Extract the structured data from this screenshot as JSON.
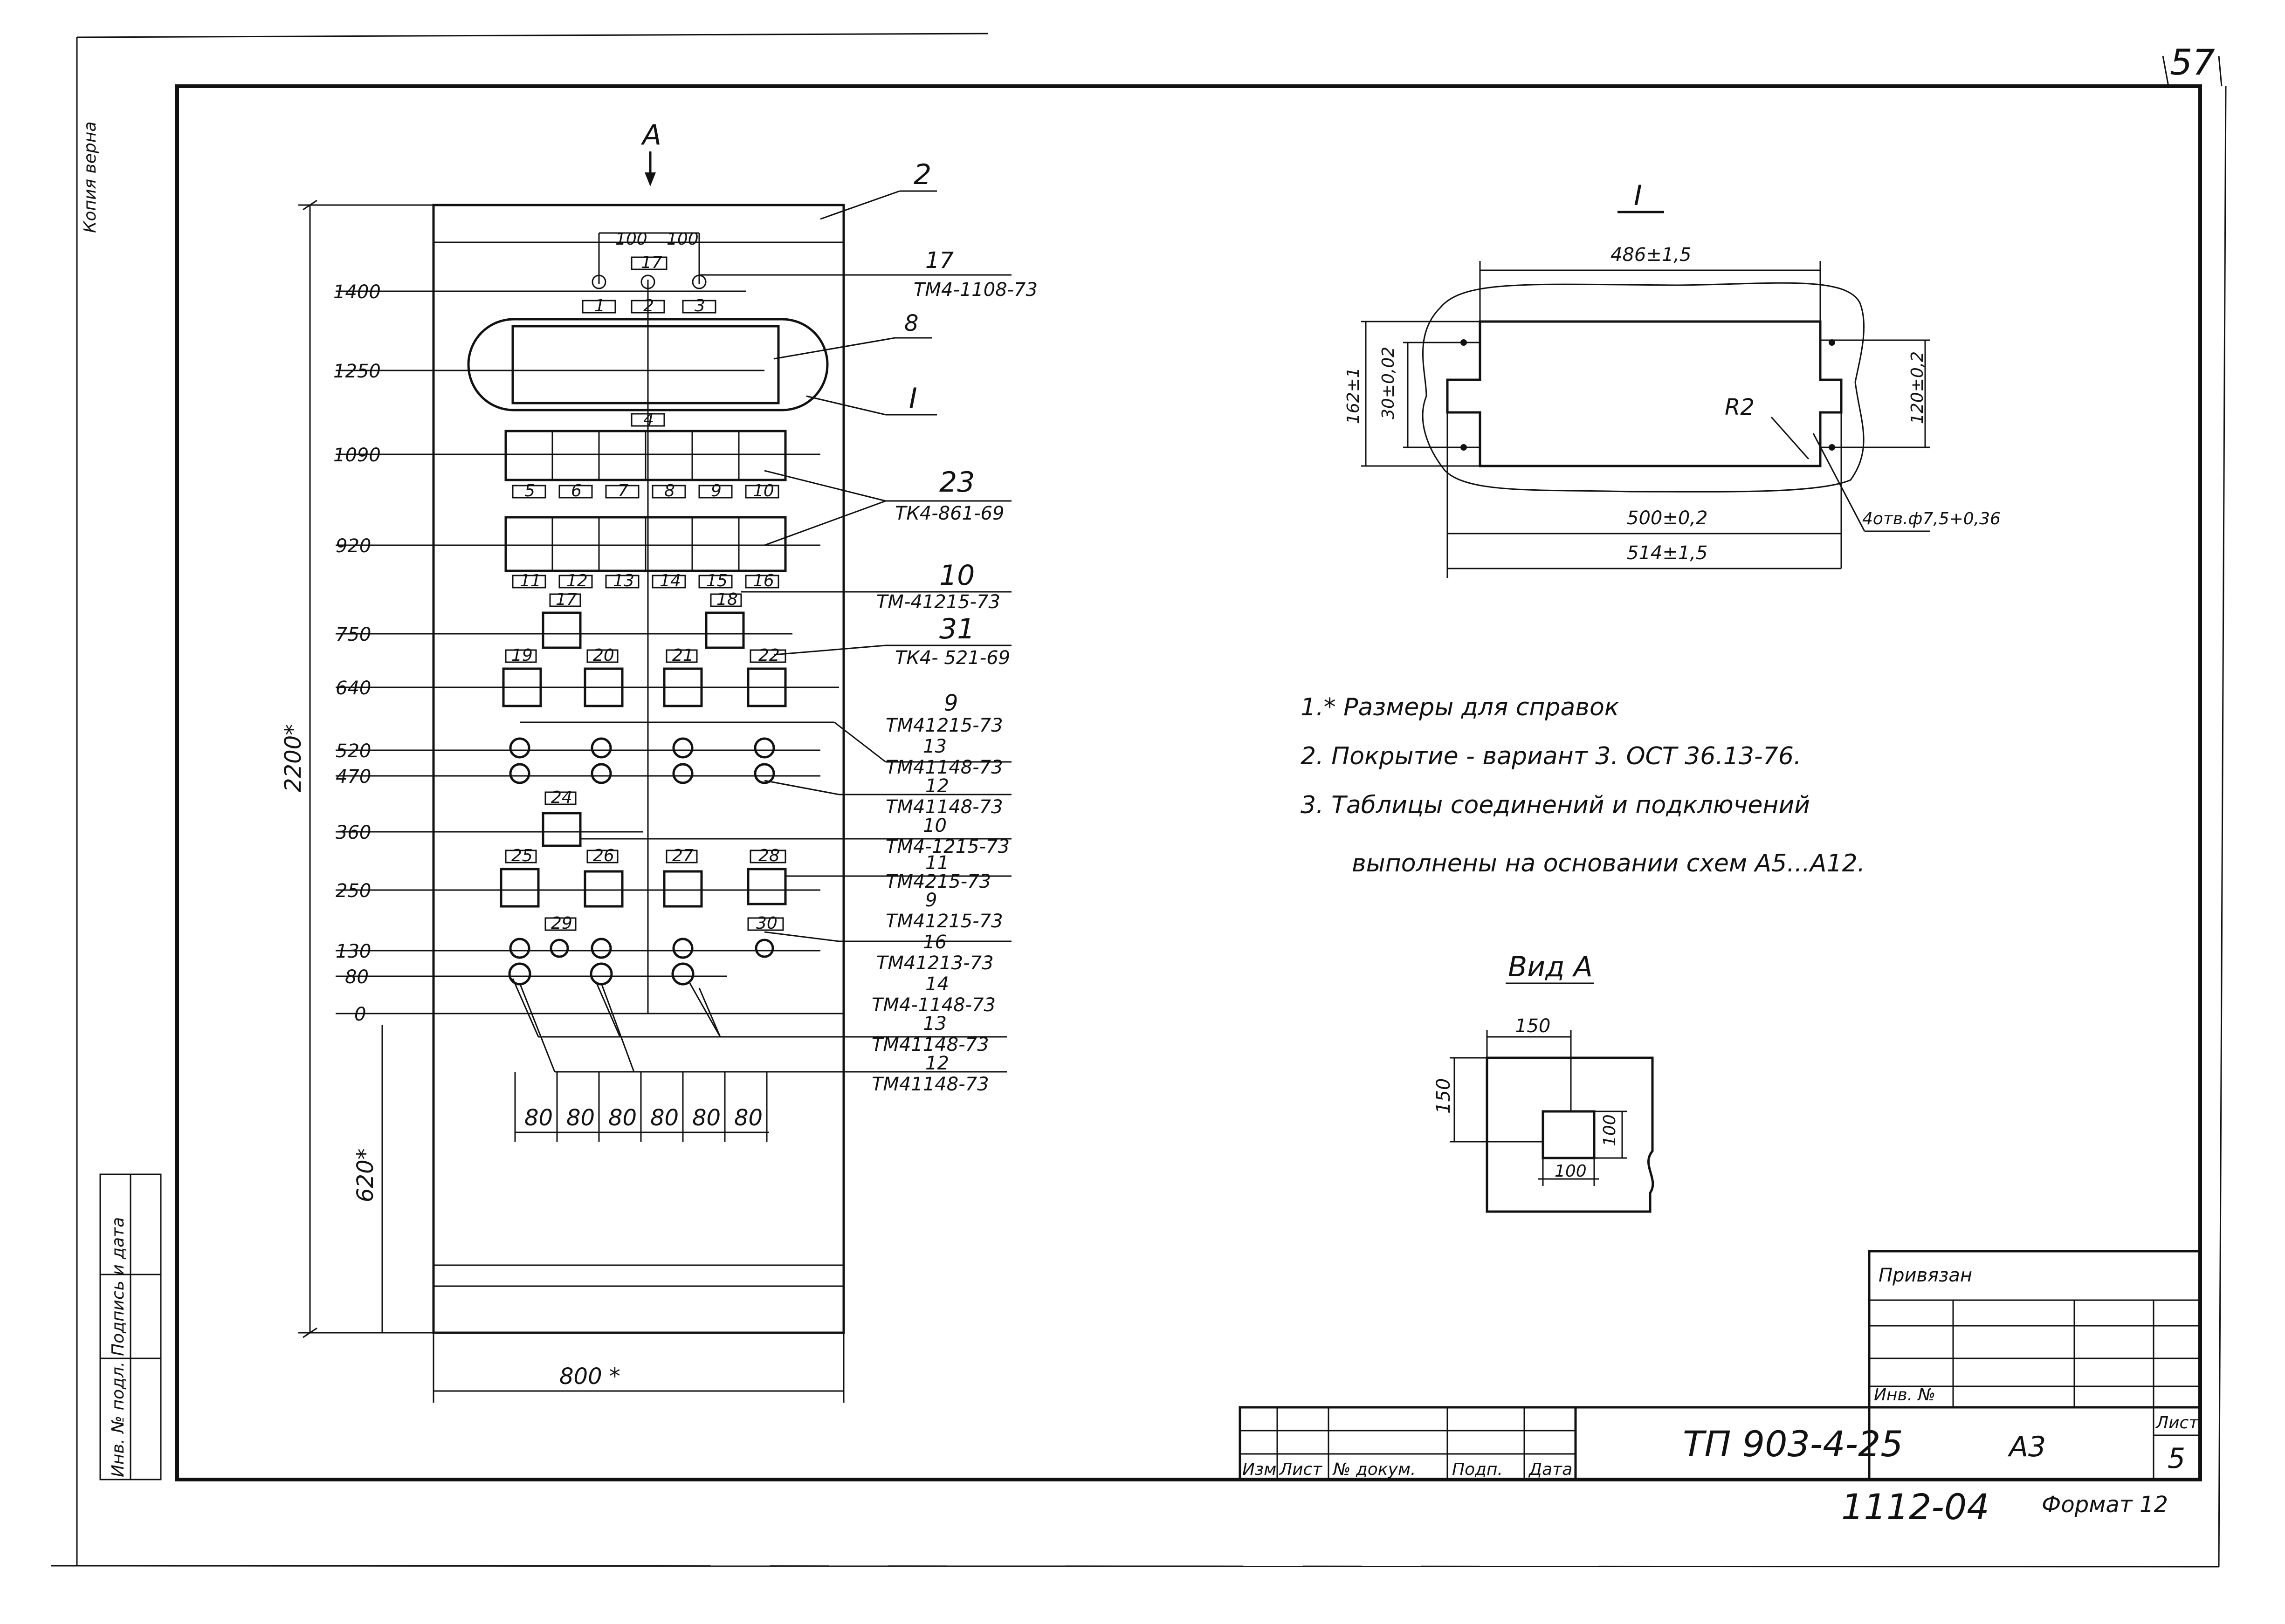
{
  "sheet": {
    "sheet_number_top": "57",
    "side_label_top": "Копия верна",
    "side_stamp_labels": [
      "Инв. № подл.",
      "Подпись и дата"
    ]
  },
  "panel": {
    "view_arrow_label": "А",
    "callout_I": "I",
    "overall_height": "2200*",
    "overall_width": "800 *",
    "bottom_height": "620*",
    "top_spacing": [
      "100",
      "100"
    ],
    "bottom_spacing": [
      "80",
      "80",
      "80",
      "80",
      "80",
      "80"
    ],
    "elevations": [
      "1400",
      "1250",
      "1090",
      "920",
      "750",
      "640",
      "520",
      "470",
      "360",
      "250",
      "130",
      "80",
      "0"
    ],
    "top_lamp_tags": [
      "17",
      "1",
      "2",
      "3"
    ],
    "display_tag": "4",
    "row1_tags": [
      "5",
      "6",
      "7",
      "8",
      "9",
      "10"
    ],
    "row2_tags": [
      "11",
      "12",
      "13",
      "14",
      "15",
      "16"
    ],
    "row3_tags": [
      "17",
      "18"
    ],
    "row4_tags": [
      "19",
      "20",
      "21",
      "22"
    ],
    "row5_tags": [
      "24"
    ],
    "row6_tags": [
      "25",
      "26",
      "27",
      "28"
    ],
    "row7_tags": [
      "29",
      "30"
    ],
    "callouts": [
      {
        "num": "2",
        "doc": ""
      },
      {
        "num": "17",
        "doc": "ТМ4-1108-73"
      },
      {
        "num": "8",
        "doc": ""
      },
      {
        "num": "I",
        "doc": ""
      },
      {
        "num": "23",
        "doc": "ТК4-861-69"
      },
      {
        "num": "10",
        "doc": "ТМ-41215-73"
      },
      {
        "num": "31",
        "doc": "ТК4- 521-69"
      },
      {
        "num": "9",
        "doc": "ТМ41215-73"
      },
      {
        "num": "13",
        "doc": "ТМ41148-73"
      },
      {
        "num": "12",
        "doc": "ТМ41148-73"
      },
      {
        "num": "10",
        "doc": "ТМ4-1215-73"
      },
      {
        "num": "11",
        "doc": "ТМ4215-73"
      },
      {
        "num": "9",
        "doc": "ТМ41215-73"
      },
      {
        "num": "16",
        "doc": "ТМ41213-73"
      },
      {
        "num": "14",
        "doc": "ТМ4-1148-73"
      },
      {
        "num": "13",
        "doc": "ТМ41148-73"
      },
      {
        "num": "12",
        "doc": "ТМ41148-73"
      }
    ]
  },
  "detail_I": {
    "title": "I",
    "dim_top": "486±1,5",
    "dim_inner_bottom": "500±0,2",
    "dim_outer_bottom": "514±1,5",
    "dim_left_outer": "162±1",
    "dim_left_inner": "30±0,02",
    "dim_right": "120±0,2",
    "radius": "R2",
    "holes": "4отв.ф7,5+0,36"
  },
  "notes": [
    "1.* Размеры для справок",
    "2. Покрытие - вариант 3. ОСТ 36.13-76.",
    "3. Таблицы соединений и подключений",
    "выполнены на основании схем А5...А12."
  ],
  "view_A": {
    "title": "Вид А",
    "dim_top": "150",
    "dim_left": "150",
    "dim_right": "100",
    "dim_bottom": "100"
  },
  "title_block": {
    "attached_label": "Привязан",
    "inv_label": "Инв. №",
    "doc_code": "ТП 903-4-25",
    "sheet_format": "А3",
    "sheet_label": "Лист",
    "sheet_no": "5",
    "col_headers": [
      "Изм",
      "Лист",
      "№ докум.",
      "Подп.",
      "Дата"
    ],
    "bottom_code": "1112-04",
    "format_label": "Формат 12"
  }
}
